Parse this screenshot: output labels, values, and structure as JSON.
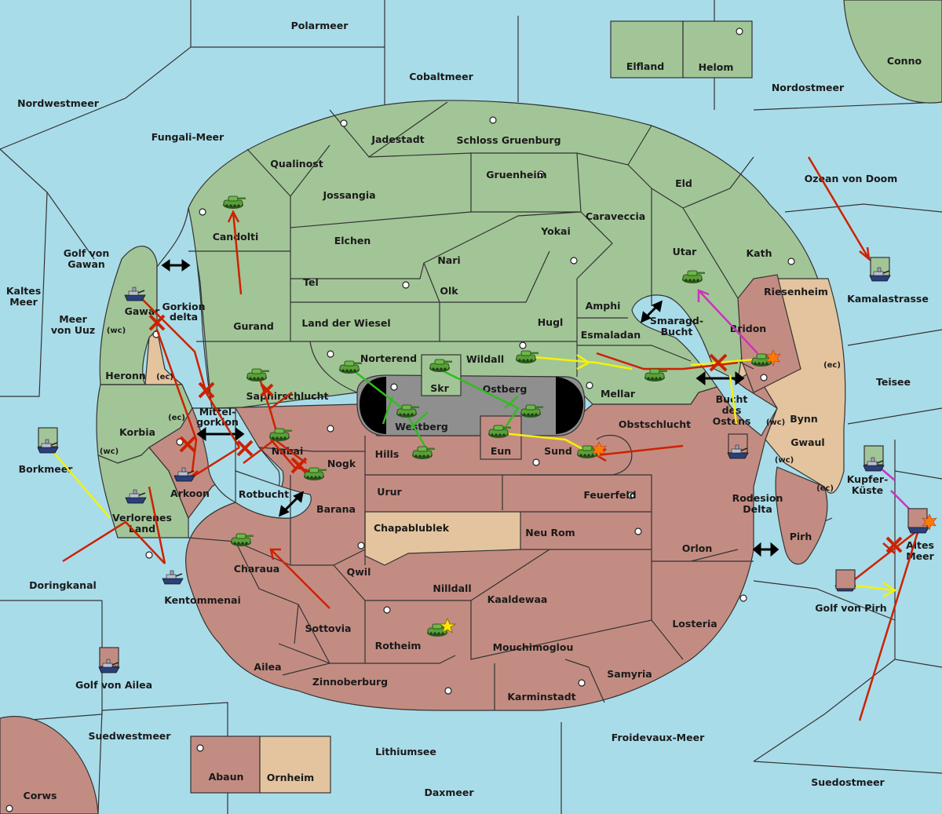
{
  "colors": {
    "sea": "#a9dce9",
    "green": "#a2c597",
    "red": "#c38c82",
    "tan": "#e3c49e",
    "gray": "#8f8f8f",
    "border": "#333333",
    "order_red": "#cc2200",
    "order_yellow": "#f2f20a",
    "order_green": "#33bb22",
    "order_magenta": "#cc33bb"
  },
  "labels": {
    "polarmeer": "Polarmeer",
    "elfland": "Elfland",
    "helom": "Helom",
    "conno": "Conno",
    "cobaltmeer": "Cobaltmeer",
    "nordostmeer": "Nordostmeer",
    "nordwestmeer": "Nordwestmeer",
    "fungali": "Fungali-Meer",
    "jadestadt": "Jadestadt",
    "schloss": "Schloss Gruenburg",
    "qualinost": "Qualinost",
    "gruenheim": "Gruenheim",
    "eld": "Eld",
    "ozean": "Ozean von Doom",
    "jossangia": "Jossangia",
    "caraveccia": "Caraveccia",
    "candolti": "Candolti",
    "elchen": "Elchen",
    "yokai": "Yokai",
    "utar": "Utar",
    "kath": "Kath",
    "golf_gawan_1": "Golf von",
    "golf_gawan_2": "Gawan",
    "nari": "Nari",
    "kaltes_1": "Kaltes",
    "kaltes_2": "Meer",
    "tel": "Tel",
    "olk": "Olk",
    "riesenheim": "Riesenheim",
    "kamalastrasse": "Kamalastrasse",
    "gawar": "Gawar",
    "gorkion_1": "Gorkion",
    "gorkion_2": "delta",
    "amphi": "Amphi",
    "meer_uuz_1": "Meer",
    "meer_uuz_2": "von Uuz",
    "gurand": "Gurand",
    "land_wiesel": "Land der Wiesel",
    "hugl": "Hugl",
    "smaragd_1": "Smaragd-",
    "smaragd_2": "Bucht",
    "bridon": "Bridon",
    "wc": "(wc)",
    "ec": "(ec)",
    "esmaladan": "Esmaladan",
    "norterend": "Norterend",
    "wildall": "Wildall",
    "heronn": "Heronn",
    "teisee": "Teisee",
    "skr": "Skr",
    "ostberg": "Ostberg",
    "mellar": "Mellar",
    "saphir": "Saphirschlucht",
    "mittel_1": "Mittel-",
    "mittel_2": "gorkion",
    "westberg": "Westberg",
    "bucht_ostens_1": "Bucht",
    "bucht_ostens_2": "des",
    "bucht_ostens_3": "Ostens",
    "bynn": "Bynn",
    "korbia": "Korbia",
    "obstschlucht": "Obstschlucht",
    "nabai": "Nabai",
    "hills": "Hills",
    "eun": "Eun",
    "sund": "Sund",
    "gwaul": "Gwaul",
    "borkmeer": "Borkmeer",
    "nogk": "Nogk",
    "kupfer_1": "Kupfer-",
    "kupfer_2": "Küste",
    "arkoon": "Arkoon",
    "rotbucht": "Rotbucht",
    "urur": "Urur",
    "feuerfeld": "Feuerfeld",
    "rodesion_1": "Rodesion",
    "rodesion_2": "Delta",
    "verlorenes_1": "Verlorenes",
    "verlorenes_2": "Land",
    "barana": "Barana",
    "chapablublek": "Chapablublek",
    "neu_rom": "Neu Rom",
    "pirh": "Pirh",
    "altes_1": "Altes",
    "altes_2": "Meer",
    "charaua": "Charaua",
    "orlon": "Orlon",
    "doringkanal": "Doringkanal",
    "qwil": "Qwil",
    "nilldall": "Nilldall",
    "kaaldewaa": "Kaaldewaa",
    "golf_pirh": "Golf von Pirh",
    "kentommenai": "Kentommenai",
    "losteria": "Losteria",
    "sottovia": "Sottovia",
    "rotheim": "Rotheim",
    "mouchimoglou": "Mouchimoglou",
    "ailea": "Ailea",
    "samyria": "Samyria",
    "golf_ailea": "Golf von Ailea",
    "zinnoberburg": "Zinnoberburg",
    "karminstadt": "Karminstadt",
    "suedwestmeer": "Suedwestmeer",
    "froidevaux": "Froidevaux-Meer",
    "lithiumsee": "Lithiumsee",
    "abaun": "Abaun",
    "ornheim": "Ornheim",
    "suedostmeer": "Suedostmeer",
    "corws": "Corws",
    "daxmeer": "Daxmeer"
  },
  "units": {
    "armies": [
      {
        "name": "army-candolti",
        "faction": "green"
      },
      {
        "name": "army-saphirschlucht",
        "faction": "green"
      },
      {
        "name": "army-norterend",
        "faction": "green"
      },
      {
        "name": "army-skr",
        "faction": "green"
      },
      {
        "name": "army-wildall",
        "faction": "green"
      },
      {
        "name": "army-westberg",
        "faction": "green"
      },
      {
        "name": "army-hills",
        "faction": "green"
      },
      {
        "name": "army-ostberg",
        "faction": "green"
      },
      {
        "name": "army-eun",
        "faction": "green"
      },
      {
        "name": "army-mellar",
        "faction": "green"
      },
      {
        "name": "army-utar",
        "faction": "green"
      },
      {
        "name": "army-bridon",
        "faction": "green"
      },
      {
        "name": "army-nabai",
        "faction": "green"
      },
      {
        "name": "army-nogk",
        "faction": "green"
      },
      {
        "name": "army-charaua",
        "faction": "green"
      },
      {
        "name": "army-sund",
        "faction": "green"
      },
      {
        "name": "army-rotheim",
        "faction": "green"
      }
    ],
    "fleets": [
      {
        "name": "fleet-gawar"
      },
      {
        "name": "fleet-arkoon"
      },
      {
        "name": "fleet-verlorenes-land"
      },
      {
        "name": "fleet-kentommenai"
      },
      {
        "name": "fleet-altes-meer"
      },
      {
        "name": "fleet-golf-von-pirh"
      }
    ],
    "supply_centers_count": 27
  }
}
